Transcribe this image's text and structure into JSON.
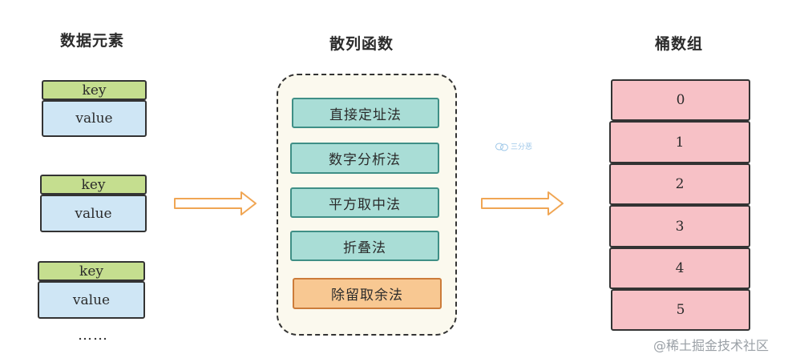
{
  "headings": {
    "data_elements": "数据元素",
    "hash_function": "散列函数",
    "bucket_array": "桶数组"
  },
  "data_elements": [
    {
      "key": "key",
      "value": "value"
    },
    {
      "key": "key",
      "value": "value"
    },
    {
      "key": "key",
      "value": "value"
    }
  ],
  "ellipsis": "……",
  "hash_methods": [
    "直接定址法",
    "数字分析法",
    "平方取中法",
    "折叠法",
    "除留取余法"
  ],
  "highlighted_method": "除留取余法",
  "buckets": [
    "0",
    "1",
    "2",
    "3",
    "4",
    "5"
  ],
  "watermark": "@稀土掘金技术社区",
  "faint_logo_text": "三分恶",
  "colors": {
    "key": "#c5de8f",
    "value": "#cfe6f5",
    "method": "#a9ddd6",
    "method_highlight": "#f8c892",
    "bucket": "#f7c1c6",
    "arrow": "#f0a654",
    "panel": "#fbf9ee"
  }
}
